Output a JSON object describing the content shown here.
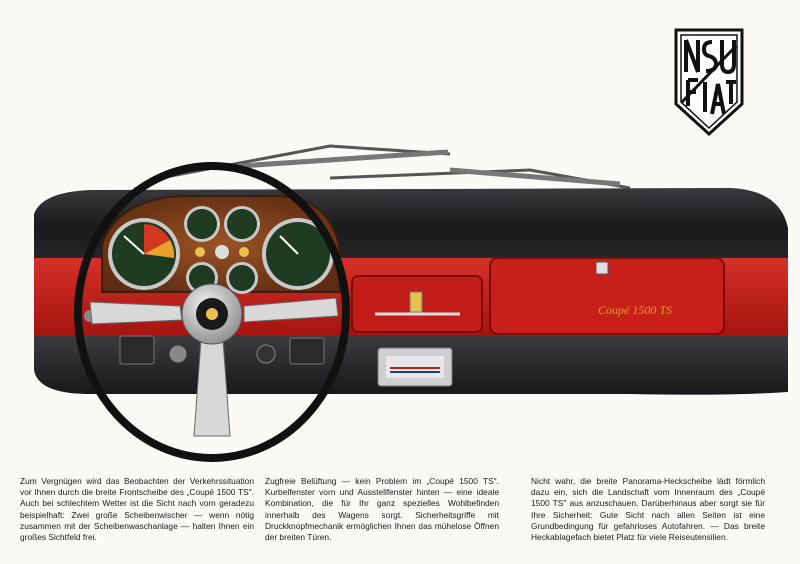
{
  "brand": {
    "logo_text": "NSU FIAT"
  },
  "car": {
    "model_badge": "Coupé 1500 TS"
  },
  "body_text": {
    "column_1": "Zum Vergnügen wird das Beobachten der Verkehrssituation vor Ihnen durch die breite Frontscheibe des „Coupé 1500 TS\". Auch bei schlechtem Wetter ist die Sicht nach vorn geradezu beispielhaft: Zwei große Scheibenwischer — wenn nötig zusammen mit der Scheibenwaschanlage — halten Ihnen ein großes Sichtfeld frei.",
    "column_2": "Zugfreie Belüftung — kein Problem im „Coupé 1500 TS\". Kurbelfenster vorn und Ausstellfenster hinten — eine ideale Kombination, die für Ihr ganz spezielles Wohlbefinden innerhalb des Wagens sorgt. Sicherheitsgriffe mit Druckknopfmechanik ermöglichen Ihnen das mühelose Öffnen der breiten Türen.",
    "column_3": "Nicht wahr, die breite Panorama-Heckscheibe lädt förmlich dazu ein, sich die Landschaft vom Innenraum des „Coupé 1500 TS\" aus anzuschauen. Darüberhinaus aber sorgt sie für Ihre Sicherheit: Gute Sicht nach allen Seiten ist eine Grundbedingung für gefahrloses Autofahren. — Das breite Heckablagefach bietet Platz für viele Reiseutensilien."
  },
  "colors": {
    "dash_red": "#c4201c",
    "dash_black": "#1e1e20",
    "wood": "#7a3e1c",
    "gauge_face": "#1f3b22",
    "badge_gold": "#d9a31a"
  }
}
